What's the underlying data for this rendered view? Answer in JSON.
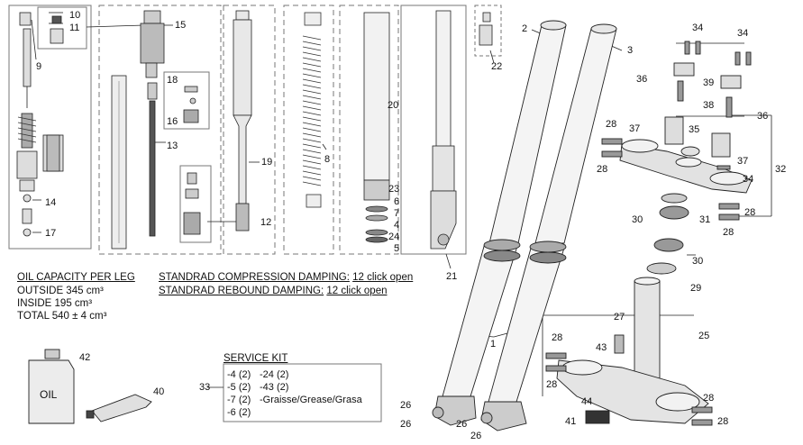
{
  "oil_capacity": {
    "title": "OIL CAPACITY PER LEG",
    "outside": "OUTSIDE 345 cm³",
    "inside": "INSIDE 195 cm³",
    "total": "TOTAL 540 ± 4 cm³"
  },
  "damping": {
    "compression_label": "STANDRAD COMPRESSION DAMPING:",
    "compression_value": "12 click open",
    "rebound_label": "STANDRAD REBOUND DAMPING:",
    "rebound_value": "12 click open"
  },
  "service_kit": {
    "title": "SERVICE KIT",
    "ref": "33",
    "left_col": [
      "-4 (2)",
      "-5 (2)",
      "-7 (2)",
      "-6 (2)"
    ],
    "right_col": [
      "-24 (2)",
      "-43 (2)",
      "-Graisse/Grease/Grasa"
    ]
  },
  "oil_bottle_text": "OIL",
  "callouts": [
    "1",
    "2",
    "3",
    "4",
    "5",
    "6",
    "7",
    "8",
    "9",
    "10",
    "11",
    "12",
    "13",
    "14",
    "15",
    "16",
    "17",
    "18",
    "19",
    "20",
    "21",
    "22",
    "23",
    "24",
    "25",
    "26",
    "27",
    "28",
    "29",
    "30",
    "31",
    "32",
    "33",
    "34",
    "35",
    "36",
    "37",
    "38",
    "39",
    "40",
    "41",
    "42",
    "43",
    "44"
  ]
}
